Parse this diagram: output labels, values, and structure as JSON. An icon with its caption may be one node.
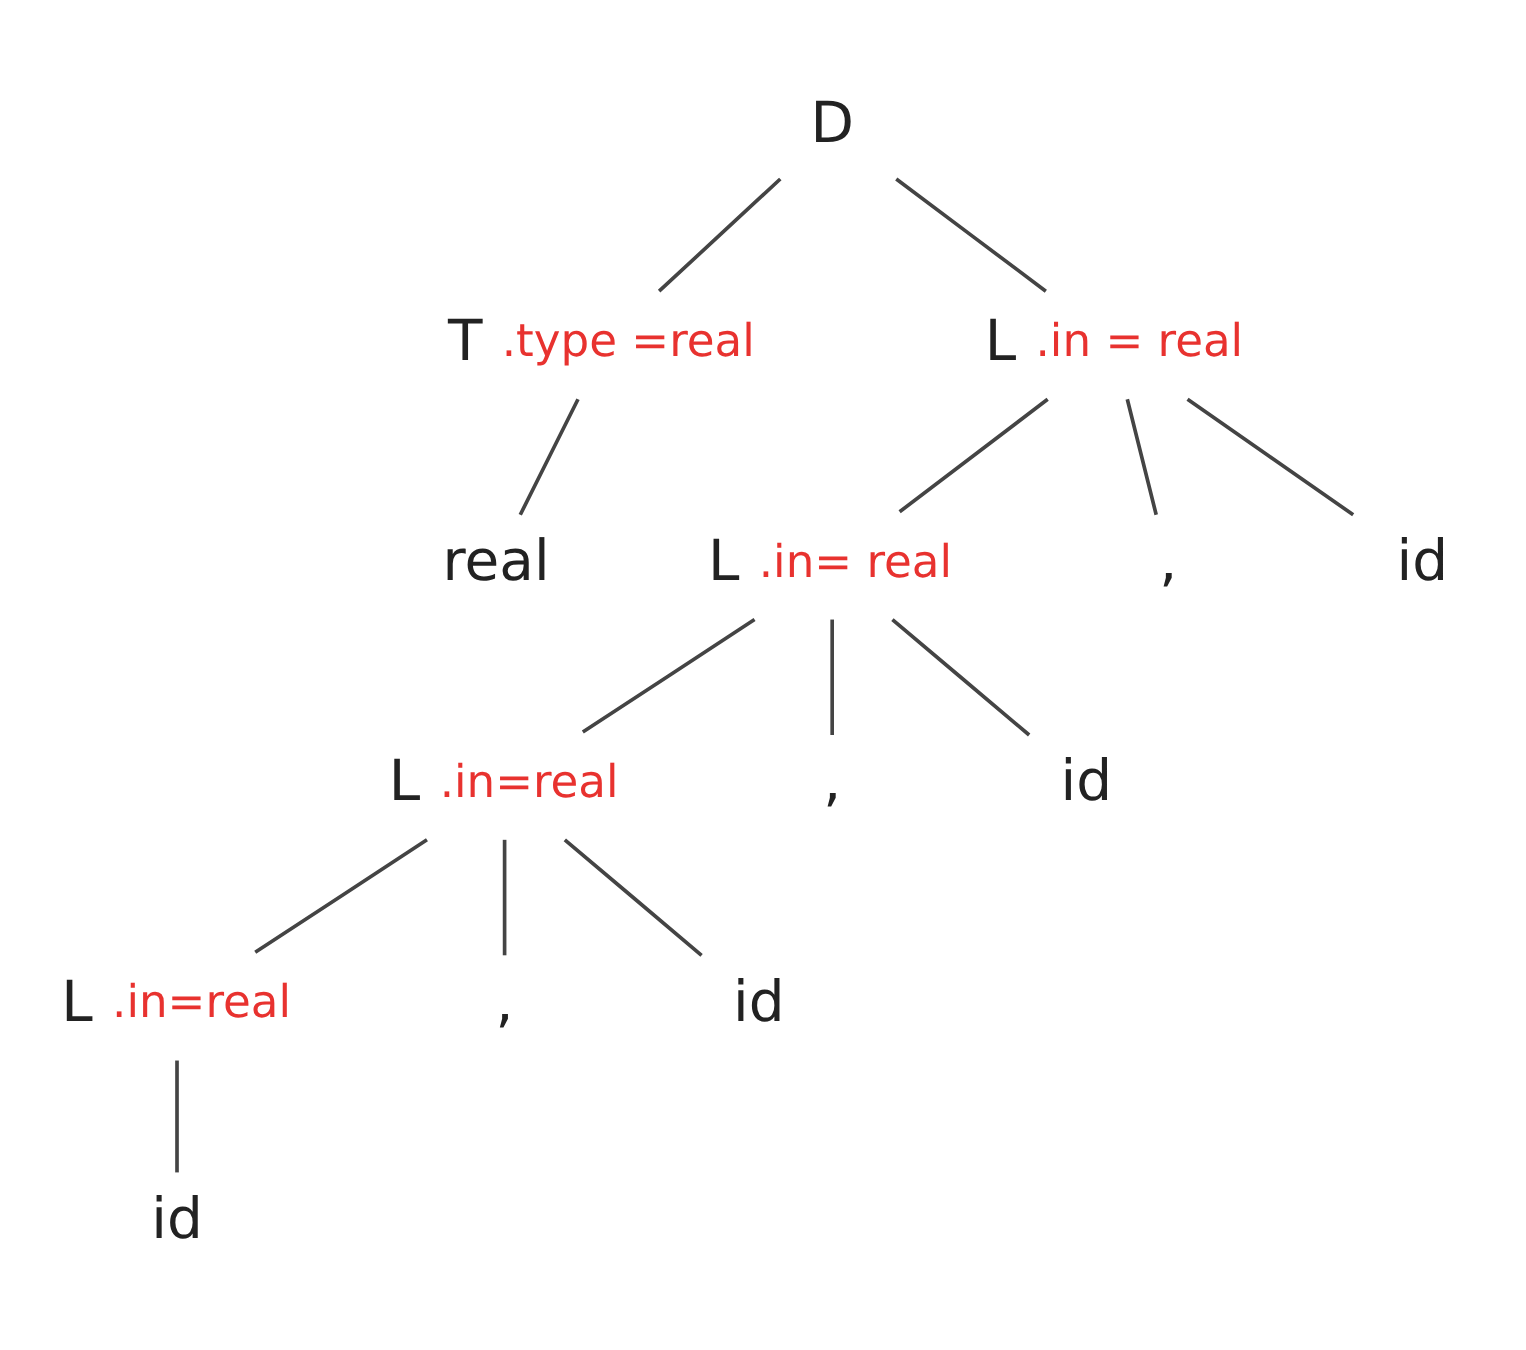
{
  "diagram": {
    "nodes": [
      {
        "text": [
          "D"
        ]
      },
      {
        "text": [
          "T"
        ],
        "beside": [
          ".type =real"
        ]
      },
      {
        "text": [
          "L"
        ],
        "beside": [
          ".in = real"
        ]
      },
      {
        "text": [
          "real"
        ]
      },
      {
        "text": [
          "L"
        ],
        "beside": [
          ".in= real"
        ]
      },
      {
        "text": [
          ","
        ]
      },
      {
        "text": [
          "id"
        ]
      },
      {
        "text": [
          "L"
        ],
        "beside": [
          ".in=real"
        ]
      },
      {
        "text": [
          ","
        ]
      },
      {
        "text": [
          "id"
        ]
      },
      {
        "text": [
          "L"
        ],
        "beside": [
          ".in=real"
        ]
      },
      {
        "text": [
          ","
        ]
      },
      {
        "text": [
          "id"
        ]
      },
      {
        "text": [
          "id"
        ]
      }
    ],
    "edges": [
      {
        "from": 0,
        "to": 1,
        "arrow": "none"
      },
      {
        "from": 0,
        "to": 2,
        "arrow": "none"
      },
      {
        "from": 1,
        "to": 3,
        "arrow": "none"
      },
      {
        "from": 2,
        "to": 4,
        "arrow": "none"
      },
      {
        "from": 2,
        "to": 5,
        "arrow": "none"
      },
      {
        "from": 2,
        "to": 6,
        "arrow": "none"
      },
      {
        "from": 4,
        "to": 7,
        "arrow": "none"
      },
      {
        "from": 4,
        "to": 8,
        "arrow": "none"
      },
      {
        "from": 4,
        "to": 9,
        "arrow": "none"
      },
      {
        "from": 7,
        "to": 10,
        "arrow": "none"
      },
      {
        "from": 7,
        "to": 11,
        "arrow": "none"
      },
      {
        "from": 7,
        "to": 12,
        "arrow": "none"
      },
      {
        "from": 10,
        "to": 13,
        "arrow": "none"
      }
    ]
  }
}
